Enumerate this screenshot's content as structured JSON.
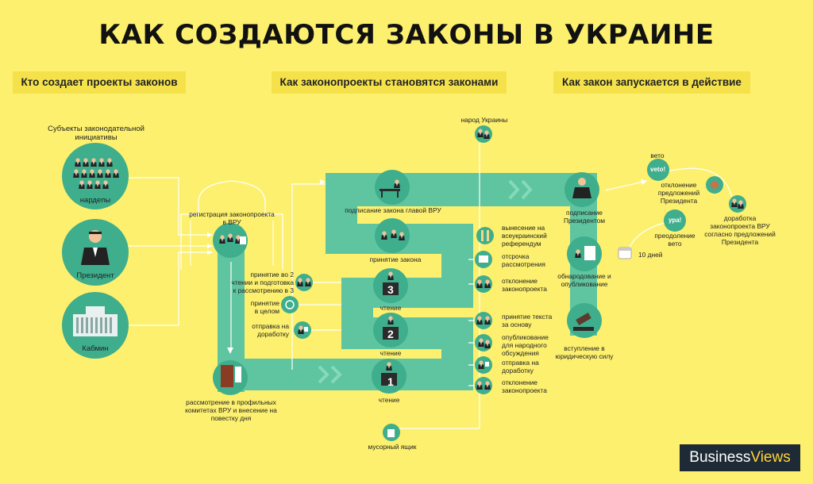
{
  "title": "КАК СОЗДАЮТСЯ ЗАКОНЫ В УКРАИНЕ",
  "headers": {
    "who": "Кто создает проекты законов",
    "how": "Как законопроекты становятся законами",
    "effect": "Как закон запускается в действие"
  },
  "left": {
    "subjects_line1": "Субъекты законодательной",
    "subjects_line2": "инициативы",
    "mps": "нардепы",
    "president": "Президент",
    "cabinet": "Кабмин"
  },
  "middle": {
    "registration_line1": "регистрация законопроекта",
    "registration_line2": "в ВРУ",
    "committee_line1": "рассмотрение в профильных",
    "committee_line2": "комитетах ВРУ и внесение на",
    "committee_line3": "повестку дня",
    "signing_head": "подписание закона главой ВРУ",
    "adoption": "принятие закона",
    "reading3": "чтение",
    "reading2": "чтение",
    "reading1": "чтение",
    "num3": "3",
    "num2": "2",
    "num1": "1",
    "people": "народ Украины",
    "trash": "мусорный ящик",
    "second_reading_line1": "принятие во 2",
    "second_reading_line2": "чтении и подготовка",
    "second_reading_line3": "к рассмотрению в 3",
    "whole_line1": "принятие",
    "whole_line2": "в целом",
    "rework_left_line1": "отправка на",
    "rework_left_line2": "доработку",
    "referendum_line1": "вынесение на",
    "referendum_line2": "всеукраинский",
    "referendum_line3": "референдум",
    "postpone_line1": "отсрочка",
    "postpone_line2": "рассмотрения",
    "reject3_line1": "отклонение",
    "reject3_line2": "законопроекта",
    "basis_line1": "принятие текста",
    "basis_line2": "за основу",
    "publish_disc_line1": "опубликование",
    "publish_disc_line2": "для народного",
    "publish_disc_line3": "обсуждения",
    "rework_right_line1": "отправка на",
    "rework_right_line2": "доработку",
    "reject1_line1": "отклонение",
    "reject1_line2": "законопроекта"
  },
  "right": {
    "sign_pres_line1": "подписание",
    "sign_pres_line2": "Президентом",
    "publish_line1": "обнародование и",
    "publish_line2": "опубликование",
    "force_line1": "вступление в",
    "force_line2": "юридическую силу",
    "veto": "вето",
    "veto_badge": "veto!",
    "reject_prop_line1": "отклонение",
    "reject_prop_line2": "предложений",
    "reject_prop_line3": "Президента",
    "rework_line1": "доработка",
    "rework_line2": "законопроекта ВРУ",
    "rework_line3": "согласно предложений",
    "rework_line4": "Президента",
    "overcome_line1": "преодоление",
    "overcome_line2": "вето",
    "ura_badge": "ура!",
    "days": "10 дней"
  },
  "brand": {
    "part1": "Business",
    "part2": "Views"
  },
  "colors": {
    "background": "#fdf06e",
    "header_band": "#f5e24a",
    "path": "#5fc4a0",
    "circle": "#3fae8c",
    "text": "#111111"
  }
}
